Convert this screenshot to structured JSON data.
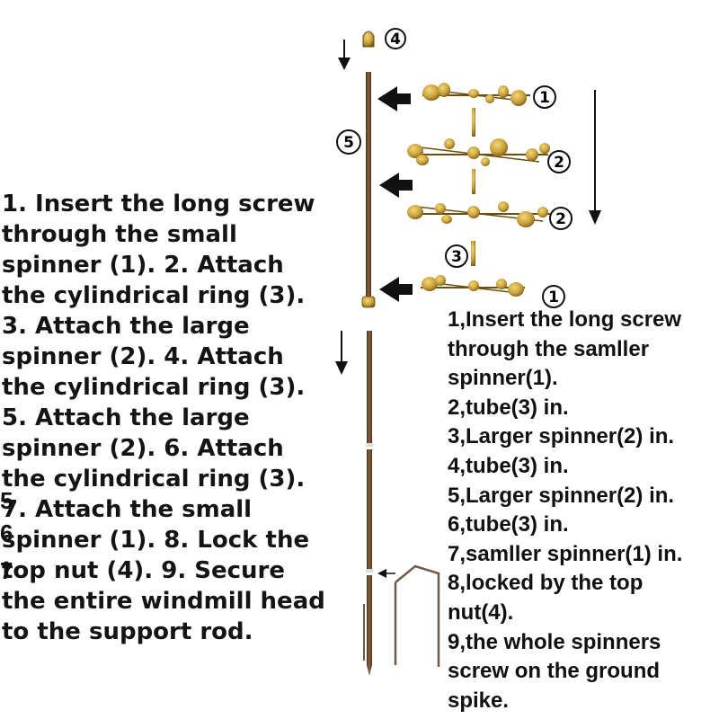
{
  "left_instructions": [
    "1. Insert the long screw through the small spinner (1). 2. Attach the cylindrical ring (3). 3. Attach the large spinner (2). 4. Attach the cylindrical ring (3). 5. Attach the large spinner (2). 6. Attach the cylindrical ring (3). 7. Attach the small spinner (1). 8. Lock the top nut (4). 9. Secure the entire windmill head to the support rod."
  ],
  "right_instructions": [
    "1,Insert the long screw",
    "through the samller",
    "spinner(1).",
    "2,tube(3) in.",
    "3,Larger spinner(2) in.",
    "4,tube(3) in.",
    "5,Larger spinner(2) in.",
    "6,tube(3) in.",
    "7,samller spinner(1) in.",
    "8,locked by the top",
    "nut(4).",
    "9,the whole spinners",
    "screw on the ground",
    "spike."
  ],
  "stray_chars": [
    "5",
    "6",
    "7"
  ],
  "part_labels": {
    "top_nut": "4",
    "rod": "5",
    "spinner_top": "1",
    "spinner_upper_large": "2",
    "spinner_lower_large": "2",
    "tube": "3",
    "spinner_bottom": "1"
  },
  "colors": {
    "brass": "#c9a13a",
    "brass_dark": "#8a6a1c",
    "rod": "#6b4a2b",
    "text": "#141414"
  }
}
